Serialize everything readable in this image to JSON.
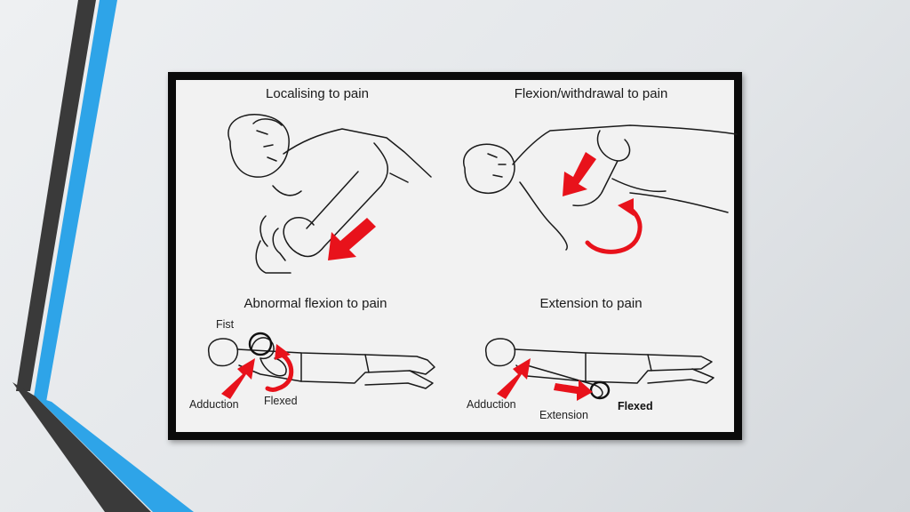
{
  "slide": {
    "background_color": "#e6e8ea",
    "accent_blue": "#29a3e6",
    "accent_dark": "#3c3c3c"
  },
  "figure": {
    "panels": [
      {
        "title": "Localising to pain",
        "labels": []
      },
      {
        "title": "Flexion/withdrawal to pain",
        "labels": []
      },
      {
        "title": "Abnormal flexion to pain",
        "labels": [
          "Fist",
          "Adduction",
          "Flexed"
        ]
      },
      {
        "title": "Extension to pain",
        "labels": [
          "Adduction",
          "Extension",
          "Flexed"
        ]
      }
    ],
    "arrow_color": "#e8121b"
  }
}
